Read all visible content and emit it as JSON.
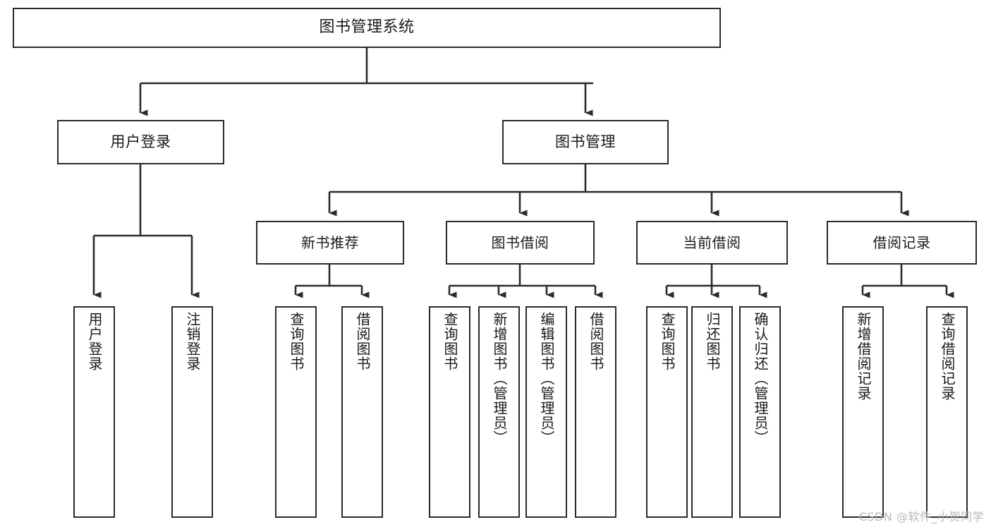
{
  "diagram": {
    "title": "图书管理系统",
    "type": "tree",
    "watermark": "CSDN @软件_小贺同学",
    "colors": {
      "background": "#ffffff",
      "border": "#2b2b2b",
      "text": "#1a1a1a",
      "connector": "#2b2b2b",
      "watermark": "#b8b8b8"
    },
    "nodes": {
      "root": {
        "label": "图书管理系统"
      },
      "level1": [
        {
          "label": "用户登录"
        },
        {
          "label": "图书管理"
        }
      ],
      "level2": [
        {
          "label": "新书推荐"
        },
        {
          "label": "图书借阅"
        },
        {
          "label": "当前借阅"
        },
        {
          "label": "借阅记录"
        }
      ],
      "leaves": {
        "user_login": [
          {
            "label": "用户登录"
          },
          {
            "label": "注销登录"
          }
        ],
        "new_book_recommend": [
          {
            "label": "查询图书"
          },
          {
            "label": "借阅图书"
          }
        ],
        "book_borrow": [
          {
            "label": "查询图书"
          },
          {
            "label": "新增图书（管理员）"
          },
          {
            "label": "编辑图书（管理员）"
          },
          {
            "label": "借阅图书"
          }
        ],
        "current_borrow": [
          {
            "label": "查询图书"
          },
          {
            "label": "归还图书"
          },
          {
            "label": "确认归还（管理员）"
          }
        ],
        "borrow_record": [
          {
            "label": "新增借阅记录"
          },
          {
            "label": "查询借阅记录"
          }
        ]
      }
    }
  }
}
